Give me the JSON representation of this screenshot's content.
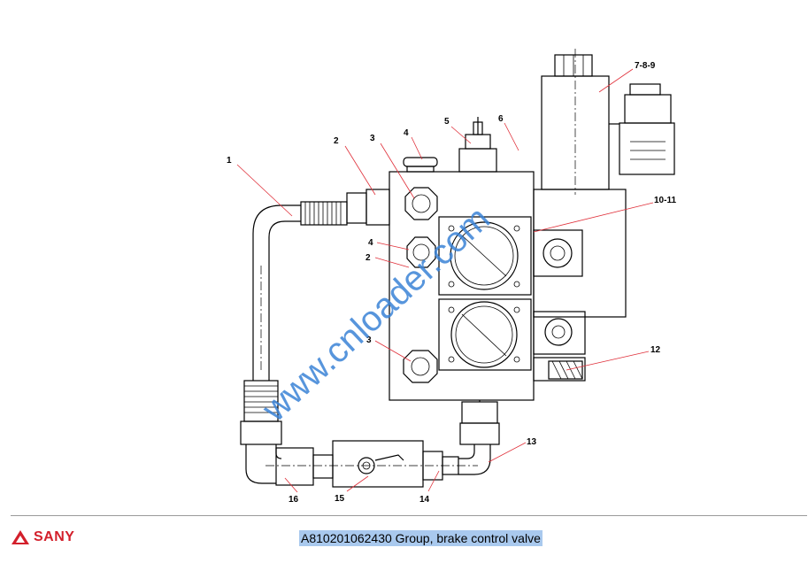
{
  "diagram": {
    "callouts": {
      "c1": "1",
      "c2a": "2",
      "c3a": "3",
      "c4a": "4",
      "c5": "5",
      "c6": "6",
      "c789": "7-8-9",
      "c1011": "10-11",
      "c4b": "4",
      "c2b": "2",
      "c3b": "3",
      "c12": "12",
      "c13": "13",
      "c14": "14",
      "c15": "15",
      "c16": "16"
    },
    "watermark": "www.cnloader.com"
  },
  "footer": {
    "logo_text": "SANY",
    "caption": "A810201062430 Group, brake control valve"
  },
  "colors": {
    "leader": "#e0303a",
    "watermark": "#3a83d6",
    "logo": "#d31f2b",
    "caption_highlight": "#a9c9ee"
  }
}
